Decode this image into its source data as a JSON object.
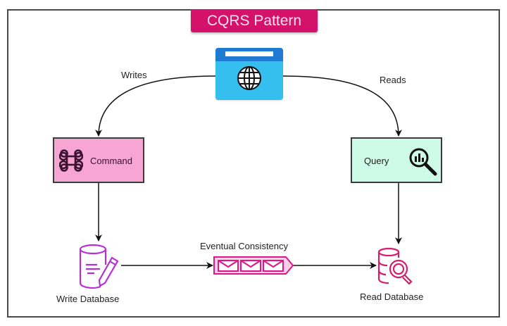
{
  "title": "CQRS Pattern",
  "client": {
    "icon": "globe-browser-icon"
  },
  "edges": {
    "writes_label": "Writes",
    "reads_label": "Reads",
    "consistency_label": "Eventual Consistency"
  },
  "command": {
    "label": "Command",
    "icon": "command-key-icon"
  },
  "query": {
    "label": "Query",
    "icon": "analytics-search-icon"
  },
  "write_db": {
    "label": "Write Database",
    "icon": "database-pencil-icon"
  },
  "read_db": {
    "label": "Read Database",
    "icon": "database-search-icon"
  },
  "queue": {
    "icon": "message-queue-icon",
    "messages": 3
  },
  "colors": {
    "title_bg": "#d4126b",
    "command_bg": "#f7a5d2",
    "query_bg": "#cdfbe8",
    "client_bg": "#35bfee",
    "client_bar": "#1f7bd1",
    "write_db_stroke": "#b82fd6",
    "read_db_stroke": "#d61c6a",
    "queue_stroke": "#e0168a"
  }
}
